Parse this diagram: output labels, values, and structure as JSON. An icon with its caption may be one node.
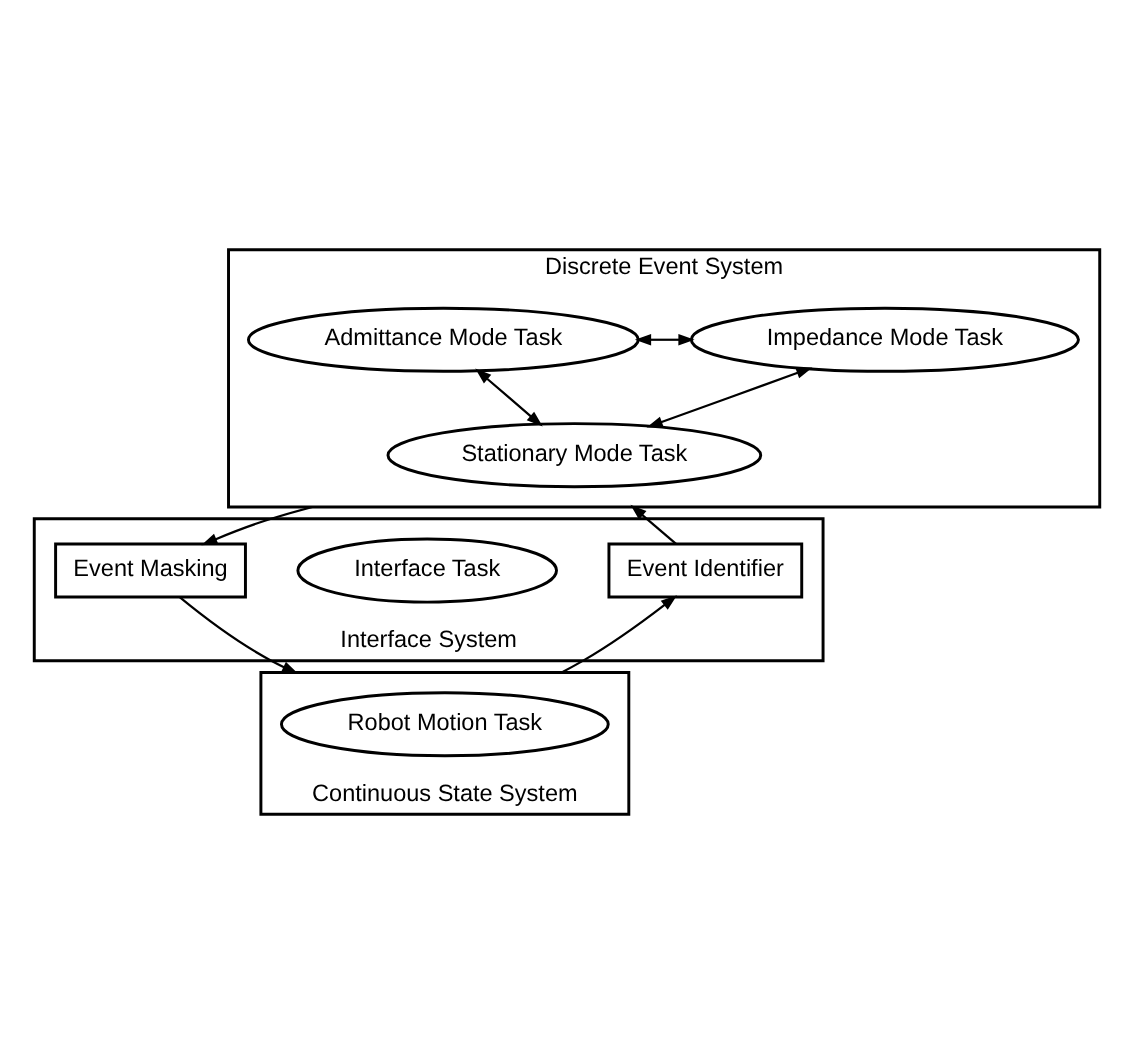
{
  "diagram": {
    "nodes": [
      {
        "text": [
          "Discrete Event System"
        ]
      },
      {
        "text": [
          "Admittance Mode Task"
        ],
        "in": 0
      },
      {
        "text": [
          "Impedance Mode Task"
        ],
        "in": 0
      },
      {
        "text": [
          "Stationary Mode Task"
        ],
        "in": 0
      },
      {
        "text": [
          "Interface System"
        ]
      },
      {
        "text": [
          "Event Masking"
        ],
        "in": 4
      },
      {
        "text": [
          "Interface Task"
        ],
        "in": 4
      },
      {
        "text": [
          "Event Identifier"
        ],
        "in": 4
      },
      {
        "text": [
          "Continuous State System"
        ]
      },
      {
        "text": [
          "Robot Motion Task"
        ],
        "in": 8
      }
    ],
    "edges": [
      {
        "from": 1,
        "to": 2,
        "arrow": "both"
      },
      {
        "from": 1,
        "to": 3,
        "arrow": "both"
      },
      {
        "from": 3,
        "to": 2,
        "arrow": "both"
      },
      {
        "from": 0,
        "to": 5,
        "arrow": "to"
      },
      {
        "from": 5,
        "to": 8,
        "arrow": "to"
      },
      {
        "from": 8,
        "to": 7,
        "arrow": "to"
      },
      {
        "from": 7,
        "to": 0,
        "arrow": "to"
      }
    ]
  }
}
